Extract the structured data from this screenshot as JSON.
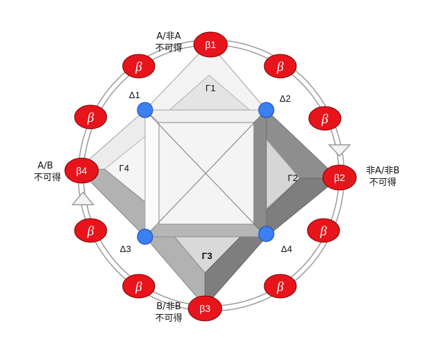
{
  "colors": {
    "beta_fill": "#e8141b",
    "beta_stroke": "#7a0000",
    "delta_fill": "#3b7ff0",
    "delta_stroke": "#1a4fb0",
    "ring": "#b8b8b8"
  },
  "beta_nodes": {
    "b1": "β1",
    "b2": "β2",
    "b3": "β3",
    "b4": "β4",
    "generic": "β"
  },
  "delta_labels": {
    "d1": "Δ1",
    "d2": "Δ2",
    "d3": "Δ3",
    "d4": "Δ4"
  },
  "gamma_labels": {
    "g1": "Γ1",
    "g2": "Γ2",
    "g3": "Γ3",
    "g4": "Γ4"
  },
  "captions": {
    "top": {
      "line1": "A/非A",
      "line2": "不可得"
    },
    "right": {
      "line1": "非A/非B",
      "line2": "不可得"
    },
    "bottom": {
      "line1": "B/非B",
      "line2": "不可得"
    },
    "left": {
      "line1": "A/B",
      "line2": "不可得"
    }
  }
}
